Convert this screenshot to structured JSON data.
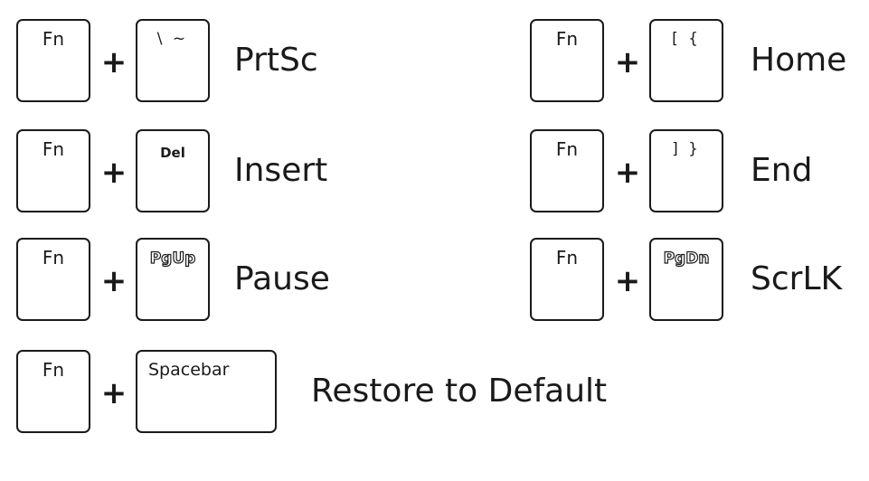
{
  "combos": [
    {
      "fn": "Fn",
      "plus": "+",
      "key": "\\ ~",
      "action": "PrtSc"
    },
    {
      "fn": "Fn",
      "plus": "+",
      "key": "Del",
      "action": "Insert"
    },
    {
      "fn": "Fn",
      "plus": "+",
      "key": "PgUp",
      "action": "Pause"
    },
    {
      "fn": "Fn",
      "plus": "+",
      "key": "Spacebar",
      "action": "Restore to Default"
    },
    {
      "fn": "Fn",
      "plus": "+",
      "key": "[ {",
      "action": "Home"
    },
    {
      "fn": "Fn",
      "plus": "+",
      "key": "] }",
      "action": "End"
    },
    {
      "fn": "Fn",
      "plus": "+",
      "key": "PgDn",
      "action": "ScrLK"
    }
  ]
}
